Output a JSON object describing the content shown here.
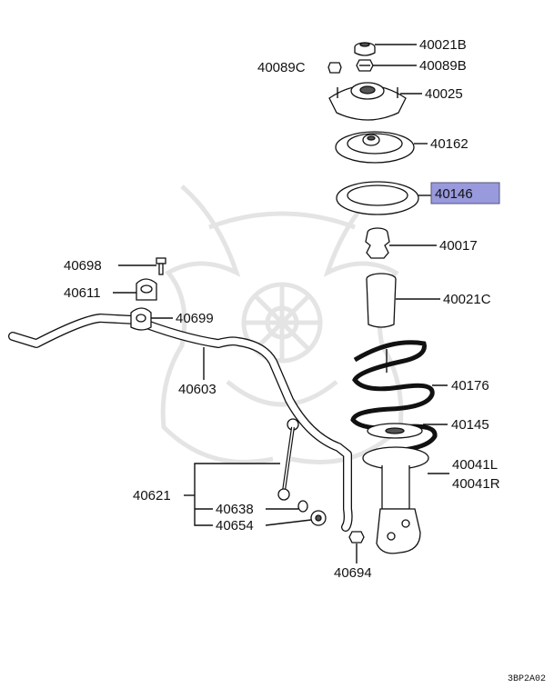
{
  "colors": {
    "highlight_fill": "#9999dd",
    "highlight_stroke": "#555577",
    "ink": "#111111",
    "watermark": "#e4e4e4"
  },
  "highlighted_part": "40146",
  "parts": [
    {
      "id": "40021B",
      "label": "40021B"
    },
    {
      "id": "40089C",
      "label": "40089C"
    },
    {
      "id": "40089B",
      "label": "40089B"
    },
    {
      "id": "40025",
      "label": "40025"
    },
    {
      "id": "40162",
      "label": "40162"
    },
    {
      "id": "40146",
      "label": "40146"
    },
    {
      "id": "40017",
      "label": "40017"
    },
    {
      "id": "40021C",
      "label": "40021C"
    },
    {
      "id": "40698",
      "label": "40698"
    },
    {
      "id": "40611",
      "label": "40611"
    },
    {
      "id": "40699",
      "label": "40699"
    },
    {
      "id": "40603",
      "label": "40603"
    },
    {
      "id": "40176",
      "label": "40176"
    },
    {
      "id": "40145",
      "label": "40145"
    },
    {
      "id": "40041L",
      "label": "40041L"
    },
    {
      "id": "40041R",
      "label": "40041R"
    },
    {
      "id": "40621",
      "label": "40621"
    },
    {
      "id": "40638",
      "label": "40638"
    },
    {
      "id": "40654",
      "label": "40654"
    },
    {
      "id": "40694",
      "label": "40694"
    }
  ],
  "diagram_code": "3BP2A02"
}
